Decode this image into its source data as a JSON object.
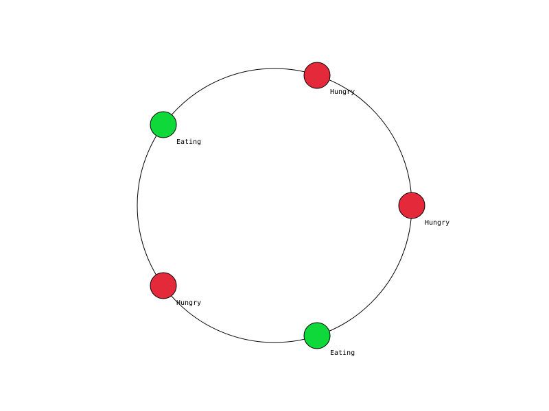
{
  "colors": {
    "background": "#ffffff",
    "ring": "#000000",
    "hungry": "#e42a3a",
    "eating": "#0fd83a"
  },
  "philosophers": [
    {
      "state": "hungry",
      "label": "Hungry"
    },
    {
      "state": "hungry",
      "label": "Hungry"
    },
    {
      "state": "eating",
      "label": "Eating"
    },
    {
      "state": "hungry",
      "label": "Hungry"
    },
    {
      "state": "eating",
      "label": "Eating"
    }
  ]
}
